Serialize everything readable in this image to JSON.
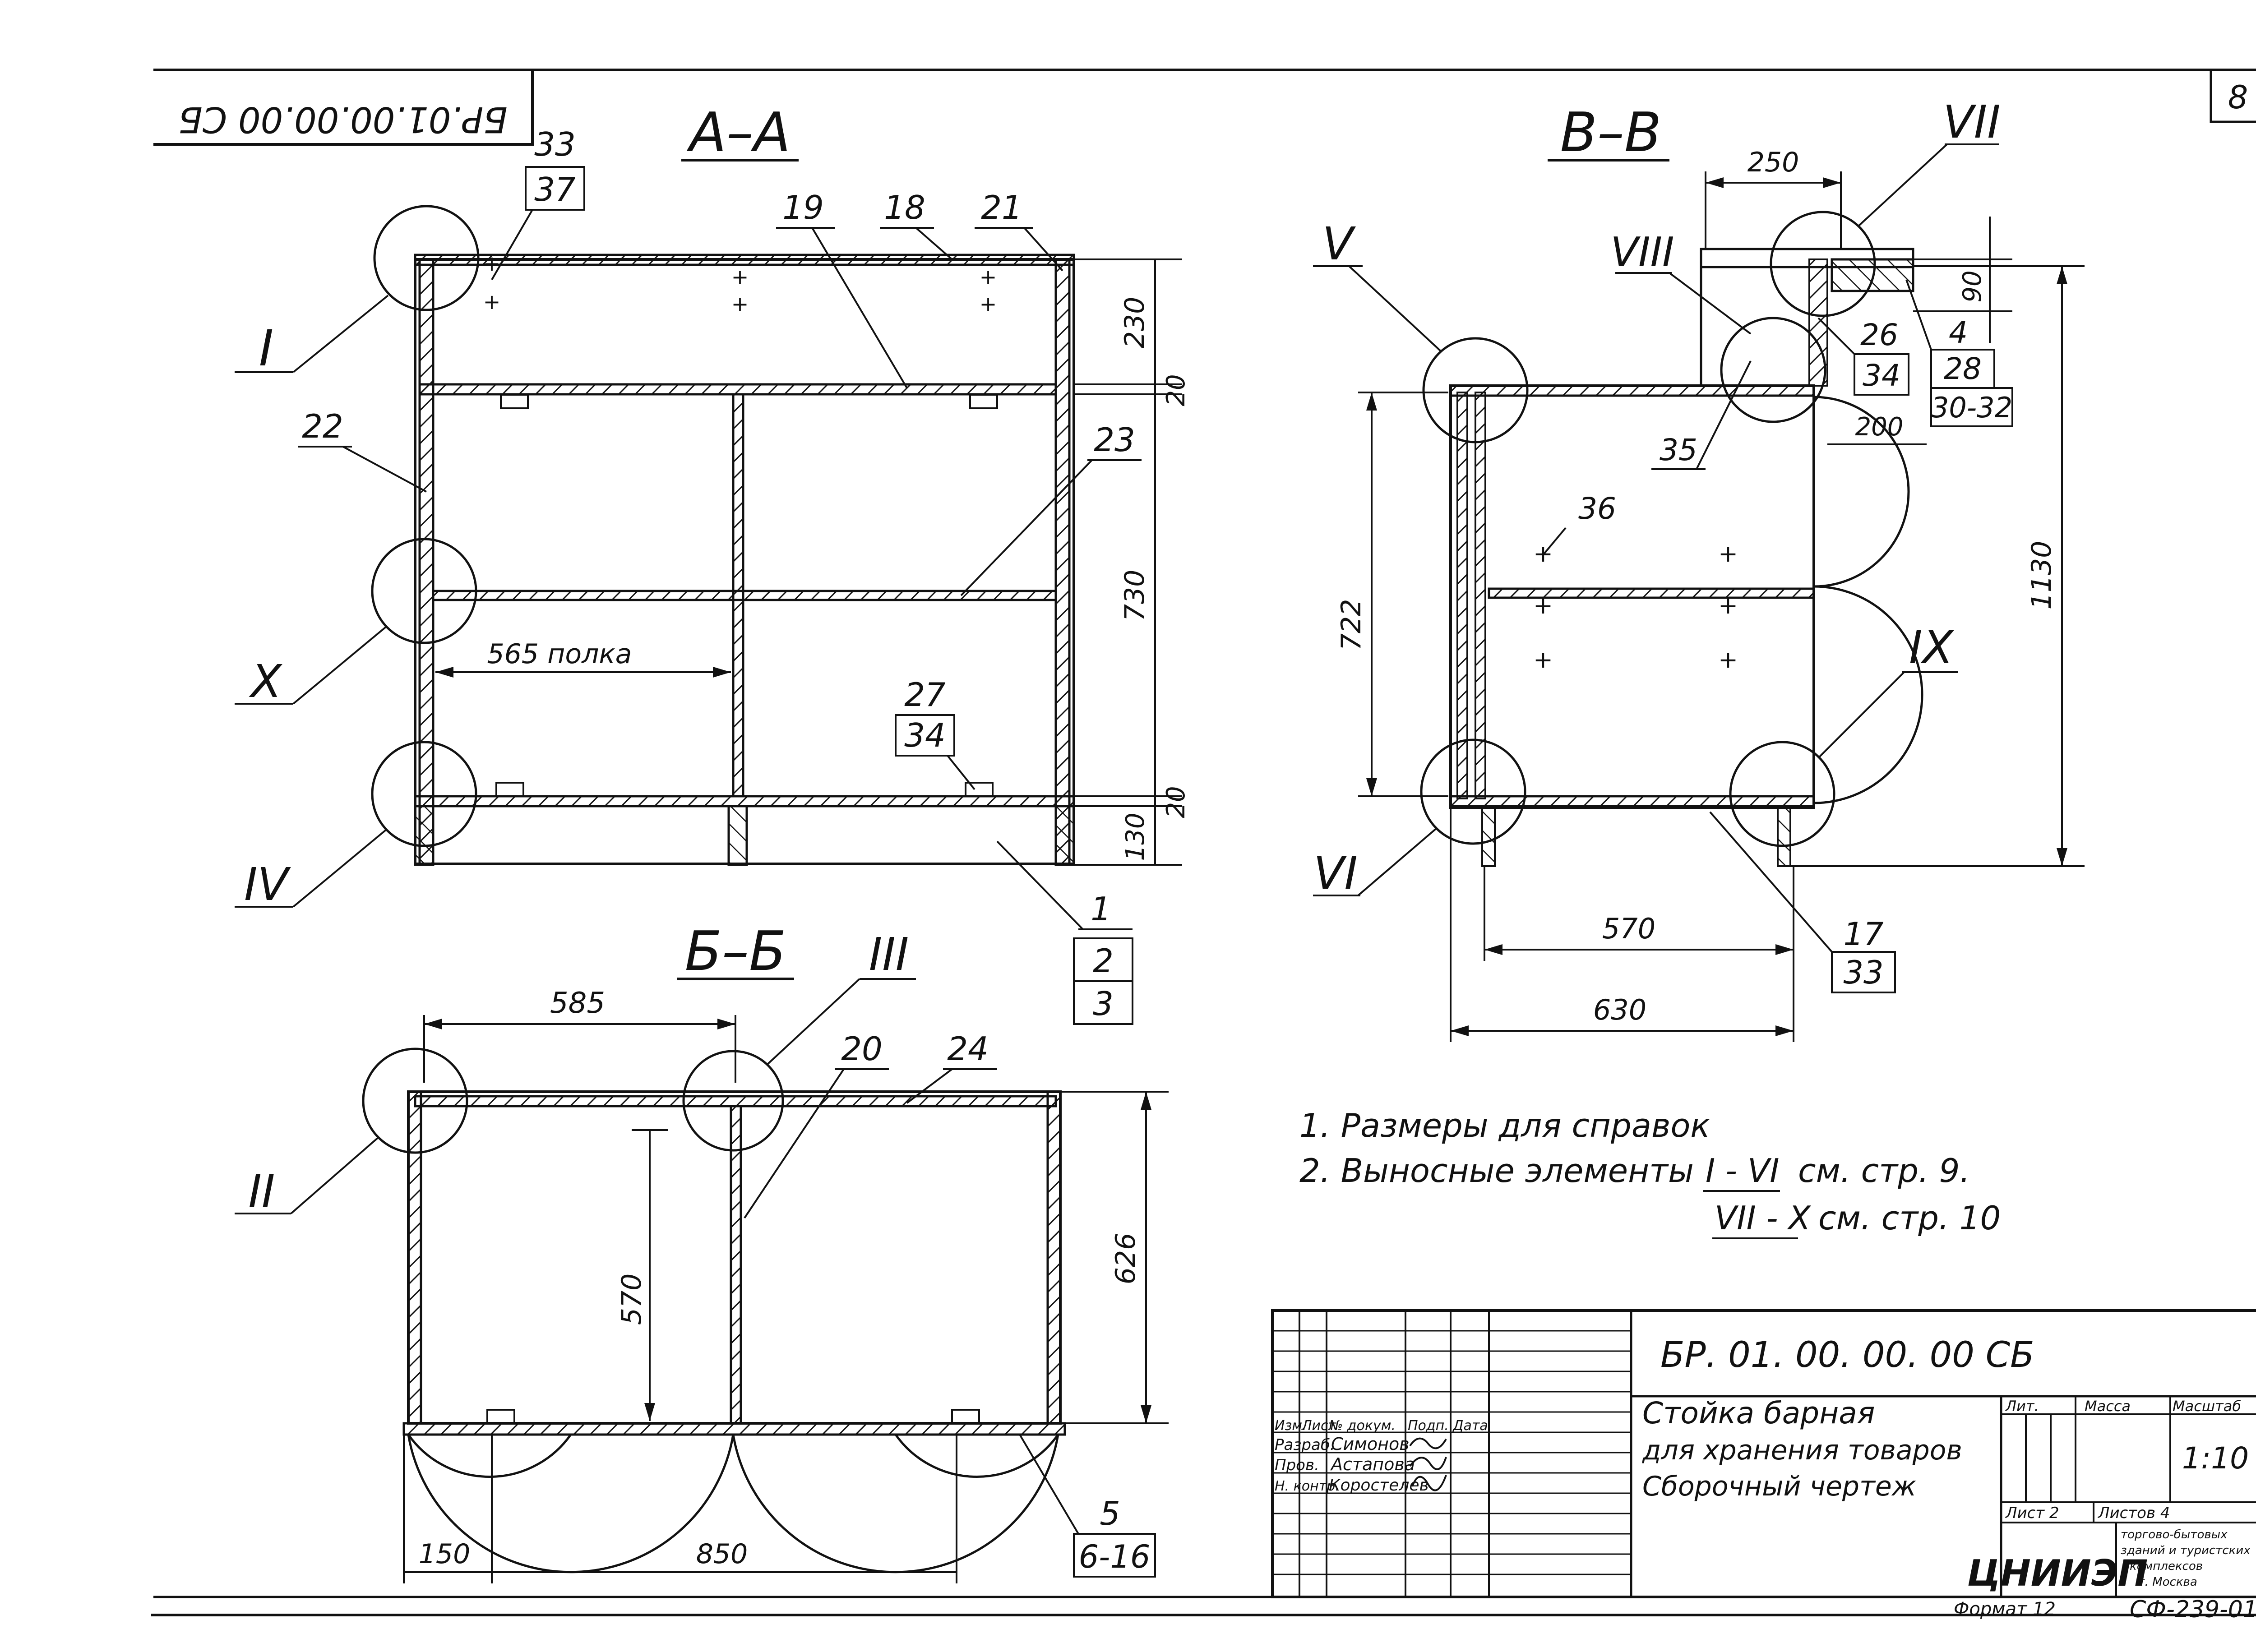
{
  "sheet_no": "8",
  "doc_code_mirrored": "БР.01.00.00.00 СБ",
  "sections": {
    "aa": "А–А",
    "bb": "Б–Б",
    "vv": "В–В"
  },
  "details": {
    "I": "I",
    "II": "II",
    "III": "III",
    "IV": "IV",
    "V": "V",
    "VI": "VI",
    "VII": "VII",
    "VIII": "VIII",
    "IX": "IX",
    "X": "X"
  },
  "positions": {
    "p33_37": [
      "33",
      "37"
    ],
    "p19": "19",
    "p18": "18",
    "p21": "21",
    "p22": "22",
    "p23": "23",
    "p27_34": [
      "27",
      "34"
    ],
    "p1_2_3": [
      "1",
      "2",
      "3"
    ],
    "p20": "20",
    "p24": "24",
    "p5_6_16": [
      "5",
      "6-16"
    ],
    "p26_34": [
      "26",
      "34"
    ],
    "p4_28": [
      "4",
      "28",
      "30-32"
    ],
    "p35": "35",
    "p36": "36",
    "p17_33": [
      "17",
      "33"
    ]
  },
  "dims": {
    "d230": "230",
    "d20a": "20",
    "d730": "730",
    "d20b": "20",
    "d130": "130",
    "d565": "565 полка",
    "d585": "585",
    "d570a": "570",
    "d626": "626",
    "d150": "150",
    "d850": "850",
    "d250": "250",
    "d90": "90",
    "d200": "200",
    "d722": "722",
    "d1130": "1130",
    "d570b": "570",
    "d630": "630"
  },
  "notes": {
    "n1": "1. Размеры для справок",
    "n2a": "2. Выносные элементы",
    "n2b": "I - VI",
    "n2c": "см. стр. 9.",
    "n3a": "VII - X",
    "n3b": "см. стр. 10"
  },
  "title_block": {
    "code": "БР. 01. 00. 00. 00 СБ",
    "title_lines": [
      "Стойка барная",
      "для хранения товаров",
      "Сборочный чертеж"
    ],
    "headers": {
      "izm": "Изм.",
      "list": "Лист",
      "doc": "№ докум.",
      "podp": "Подп.",
      "data": "Дата"
    },
    "roles": [
      "Разраб.",
      "Пров.",
      "Н. контр."
    ],
    "names": [
      "Симонов",
      "Астапова",
      "Коростелев"
    ],
    "lit": "Лит.",
    "massa": "Масса",
    "masshtab": "Масштаб",
    "scale": "1:10",
    "sheet": "Лист 2",
    "sheets": "Листов 4",
    "org_logo": "ЦНИИЭП",
    "org_lines": [
      "торгово-бытовых",
      "зданий и туристских",
      "комплексов",
      "г. Москва"
    ]
  },
  "format": "Формат 12",
  "series": "СФ-239-01"
}
